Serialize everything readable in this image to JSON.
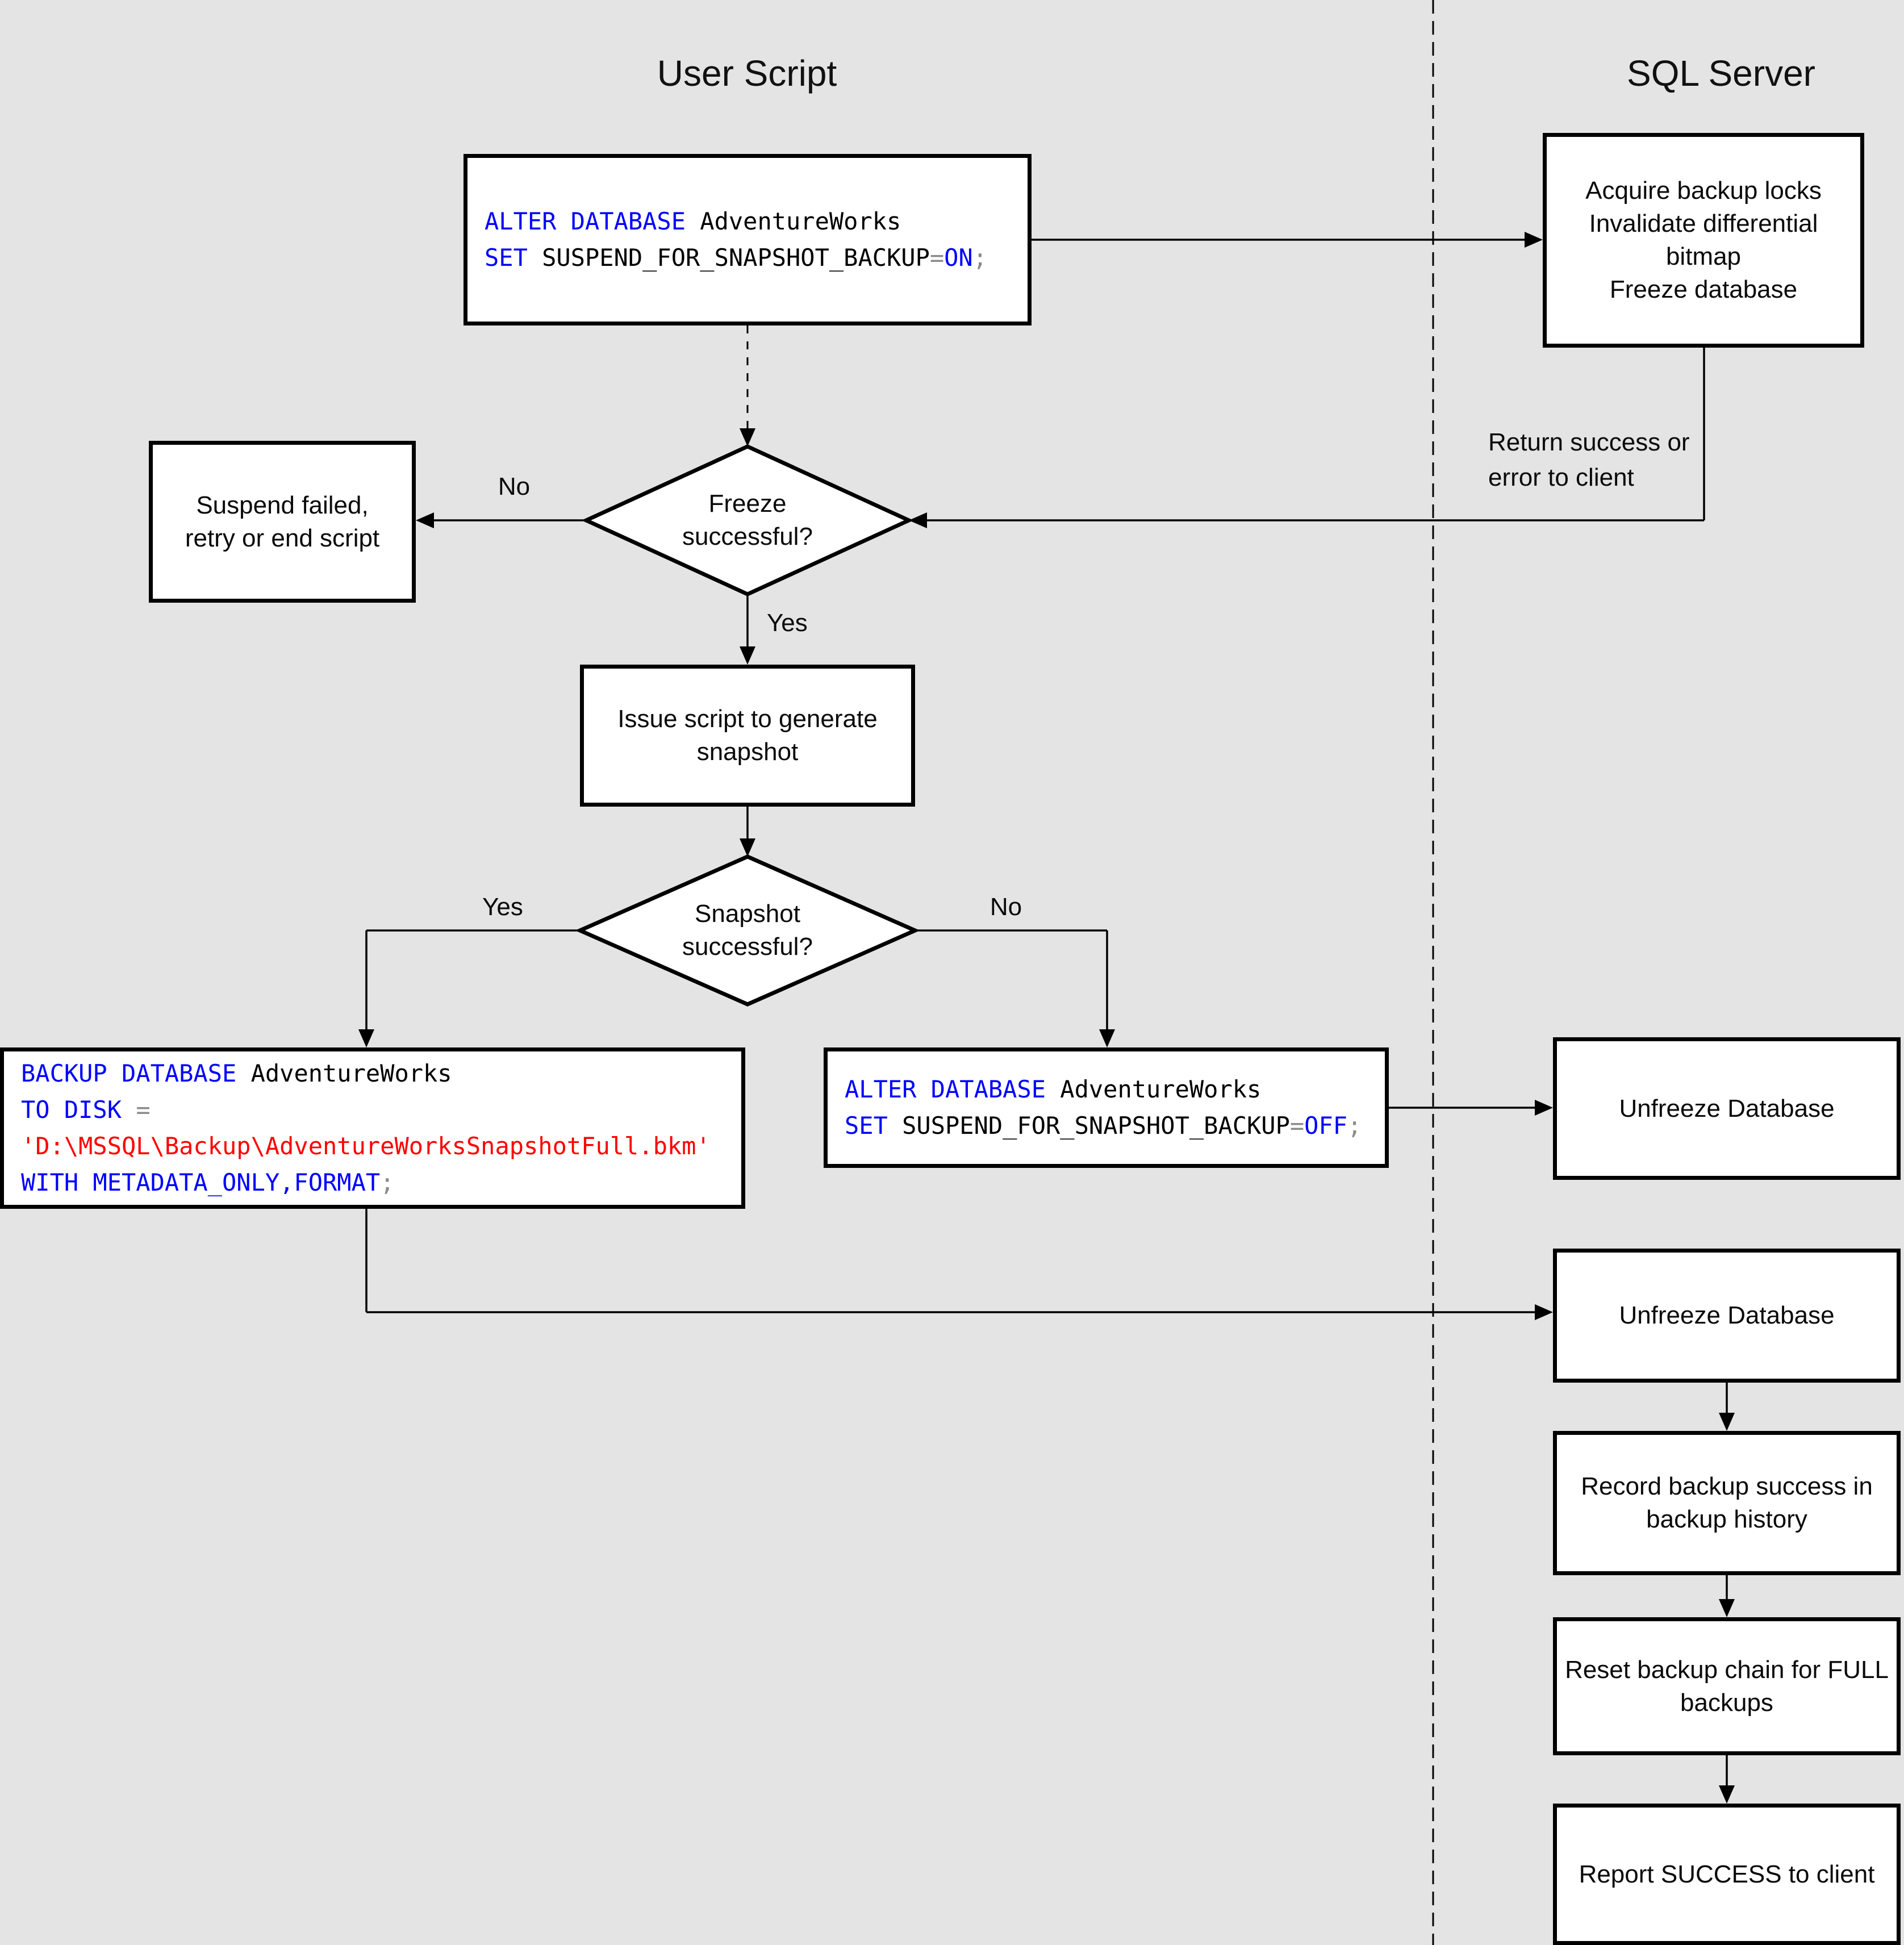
{
  "titles": {
    "left": "User Script",
    "right": "SQL Server"
  },
  "colors": {
    "background": "#e4e4e4",
    "node_fill": "#ffffff",
    "line": "#000000",
    "sql_keyword": "#0000ff",
    "sql_plain": "#000000",
    "sql_operator": "#8a8a8a",
    "sql_string": "#ff0000"
  },
  "nodes": {
    "acquire": {
      "lines": [
        "Acquire backup locks",
        "Invalidate differential",
        "bitmap",
        "Freeze database"
      ]
    },
    "suspend_failed": {
      "lines": [
        "Suspend failed,",
        "retry or end script"
      ]
    },
    "freeze_decision": {
      "lines": [
        "Freeze",
        "successful?"
      ]
    },
    "issue_script": {
      "lines": [
        "Issue script to generate",
        "snapshot"
      ]
    },
    "snapshot_decision": {
      "lines": [
        "Snapshot",
        "successful?"
      ]
    },
    "unfreeze_db_1": {
      "lines": [
        "Unfreeze Database"
      ]
    },
    "unfreeze_db_2": {
      "lines": [
        "Unfreeze Database"
      ]
    },
    "record_history": {
      "lines": [
        "Record backup success in",
        "backup history"
      ]
    },
    "reset_chain": {
      "lines": [
        "Reset backup chain for FULL",
        "backups"
      ]
    },
    "report_success": {
      "lines": [
        "Report SUCCESS to client"
      ]
    }
  },
  "code": {
    "alter_on": {
      "lines": [
        [
          {
            "t": "ALTER DATABASE",
            "c": "kw"
          },
          {
            "t": " AdventureWorks",
            "c": "pl"
          }
        ],
        [
          {
            "t": "SET",
            "c": "kw"
          },
          {
            "t": " SUSPEND_FOR_SNAPSHOT_BACKUP",
            "c": "pl"
          },
          {
            "t": "=",
            "c": "op"
          },
          {
            "t": "ON",
            "c": "kw"
          },
          {
            "t": ";",
            "c": "op"
          }
        ]
      ]
    },
    "backup_metadata": {
      "lines": [
        [
          {
            "t": "BACKUP DATABASE",
            "c": "kw"
          },
          {
            "t": " AdventureWorks",
            "c": "pl"
          }
        ],
        [
          {
            "t": "TO DISK",
            "c": "kw"
          },
          {
            "t": " ",
            "c": "pl"
          },
          {
            "t": "=",
            "c": "op"
          }
        ],
        [
          {
            "t": "'D:\\MSSQL\\Backup\\AdventureWorksSnapshotFull.bkm'",
            "c": "str"
          }
        ],
        [
          {
            "t": "WITH METADATA_ONLY,FORMAT",
            "c": "kw"
          },
          {
            "t": ";",
            "c": "op"
          }
        ]
      ]
    },
    "alter_off": {
      "lines": [
        [
          {
            "t": "ALTER DATABASE",
            "c": "kw"
          },
          {
            "t": " AdventureWorks",
            "c": "pl"
          }
        ],
        [
          {
            "t": "SET",
            "c": "kw"
          },
          {
            "t": " SUSPEND_FOR_SNAPSHOT_BACKUP",
            "c": "pl"
          },
          {
            "t": "=",
            "c": "op"
          },
          {
            "t": "OFF",
            "c": "kw"
          },
          {
            "t": ";",
            "c": "op"
          }
        ]
      ]
    }
  },
  "edges": {
    "freeze_no": "No",
    "freeze_yes": "Yes",
    "snapshot_yes": "Yes",
    "snapshot_no": "No",
    "return_note": [
      "Return success or",
      "error to client"
    ]
  }
}
